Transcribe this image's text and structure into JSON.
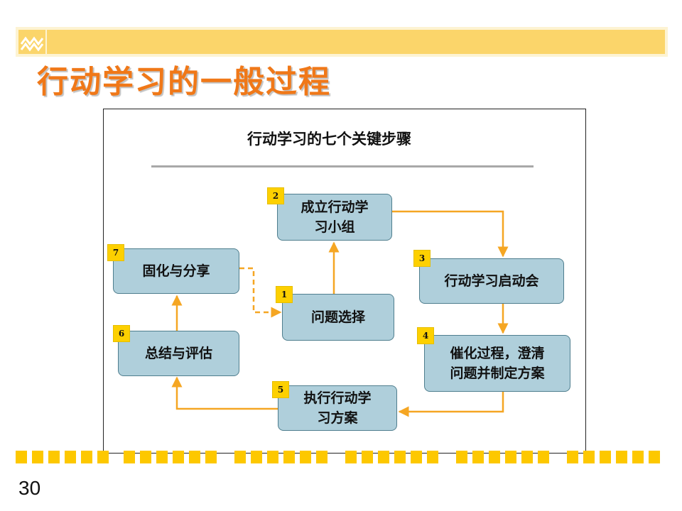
{
  "slide": {
    "title": "行动学习的一般过程",
    "page_number": "30"
  },
  "diagram": {
    "heading": "行动学习的七个关键步骤",
    "steps": [
      {
        "number": "1",
        "label": "问题选择"
      },
      {
        "number": "2",
        "label": "成立行动学\n习小组"
      },
      {
        "number": "3",
        "label": "行动学习启动会"
      },
      {
        "number": "4",
        "label": "催化过程，澄清\n问题并制定方案"
      },
      {
        "number": "5",
        "label": "执行行动学\n习方案"
      },
      {
        "number": "6",
        "label": "总结与评估"
      },
      {
        "number": "7",
        "label": "固化与分享"
      }
    ]
  },
  "colors": {
    "accent_orange": "#f07818",
    "arrow_orange": "#f5a623",
    "box_fill": "#afcfdb",
    "badge_yellow": "#fdd000",
    "band_yellow": "#fbd56a"
  }
}
